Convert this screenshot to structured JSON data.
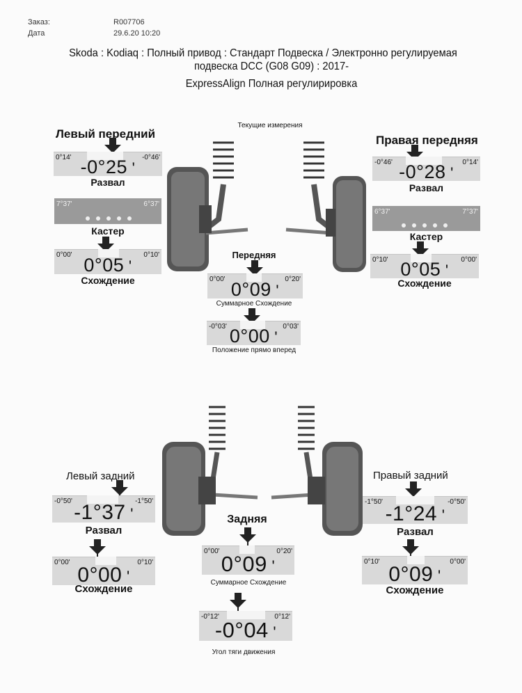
{
  "header": {
    "order_label": "Заказ:",
    "order_value": "R007706",
    "date_label": "Дата",
    "date_value": "29.6.20 10:20",
    "title_line1": "Skoda : Kodiaq : Полный привод : Стандарт Подвеска / Электронно регулируемая",
    "title_line2": "подвеска DCC (G08 G09) : 2017-",
    "title_line3": "ExpressAlign Полная регулирировка"
  },
  "front": {
    "caption": "Текущие измерения",
    "left": {
      "title": "Левый передний",
      "camber": {
        "min": "0°14'",
        "max": "-0°46'",
        "value": "-0°25",
        "label": "Развал"
      },
      "caster": {
        "min": "7°37'",
        "max": "6°37'",
        "label": "Кастер"
      },
      "toe": {
        "min": "0°00'",
        "max": "0°10'",
        "value": "0°05",
        "label": "Схождение"
      }
    },
    "right": {
      "title": "Правая передняя",
      "camber": {
        "min": "-0°46'",
        "max": "0°14'",
        "value": "-0°28",
        "label": "Развал"
      },
      "caster": {
        "min": "6°37'",
        "max": "7°37'",
        "label": "Кастер"
      },
      "toe": {
        "min": "0°10'",
        "max": "0°00'",
        "value": "0°05",
        "label": "Схождение"
      }
    },
    "center": {
      "title": "Передняя",
      "total_toe": {
        "min": "0°00'",
        "max": "0°20'",
        "value": "0°09",
        "label": "Суммарное Схождение"
      },
      "straight_ahead": {
        "min": "-0°03'",
        "max": "0°03'",
        "value": "0°00",
        "label": "Положение прямо вперед"
      }
    }
  },
  "rear": {
    "left": {
      "title": "Левый задний",
      "camber": {
        "min": "-0°50'",
        "max": "-1°50'",
        "value": "-1°37",
        "label": "Развал"
      },
      "toe": {
        "min": "0°00'",
        "max": "0°10'",
        "value": "0°00",
        "label": "Схождение"
      }
    },
    "right": {
      "title": "Правый задний",
      "camber": {
        "min": "-1°50'",
        "max": "-0°50'",
        "value": "-1°24",
        "label": "Развал"
      },
      "toe": {
        "min": "0°10'",
        "max": "0°00'",
        "value": "0°09",
        "label": "Схождение"
      }
    },
    "center": {
      "title": "Задняя",
      "total_toe": {
        "min": "0°00'",
        "max": "0°20'",
        "value": "0°09",
        "label": "Суммарное Схождение"
      },
      "thrust_angle": {
        "min": "-0°12'",
        "max": "0°12'",
        "value": "-0°04",
        "label": "Угол тяги движения"
      }
    }
  }
}
